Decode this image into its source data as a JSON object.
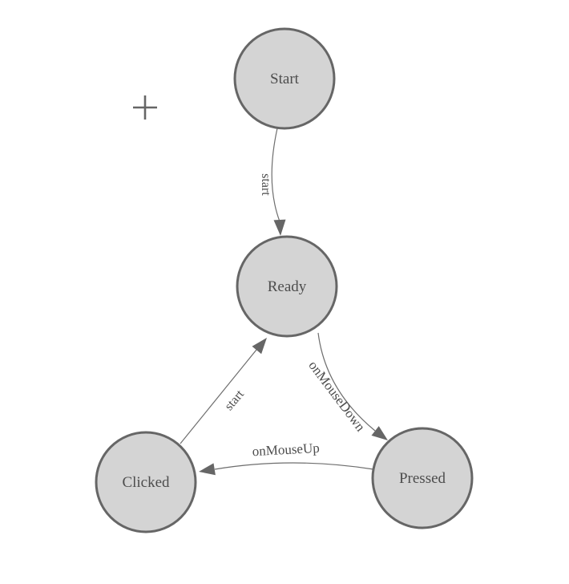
{
  "diagram": {
    "type": "state-machine",
    "background": "#ffffff",
    "colors": {
      "node_fill": "#d4d4d4",
      "node_border": "#666666",
      "edge_stroke": "#6e6e6e",
      "arrow_fill": "#666666",
      "label_text": "#4d4d4d"
    },
    "nodes": [
      {
        "id": "start",
        "label": "Start"
      },
      {
        "id": "ready",
        "label": "Ready"
      },
      {
        "id": "clicked",
        "label": "Clicked"
      },
      {
        "id": "pressed",
        "label": "Pressed"
      }
    ],
    "edges": [
      {
        "from": "Start",
        "to": "Ready",
        "label": "start"
      },
      {
        "from": "Clicked",
        "to": "Ready",
        "label": "start"
      },
      {
        "from": "Ready",
        "to": "Pressed",
        "label": "onMouseDown"
      },
      {
        "from": "Pressed",
        "to": "Clicked",
        "label": "onMouseUp"
      }
    ],
    "cursor": {
      "icon": "crosshair"
    }
  }
}
